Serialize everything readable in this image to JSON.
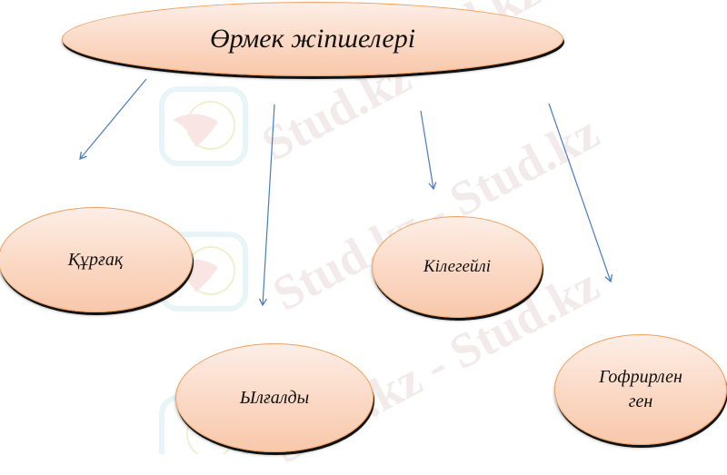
{
  "diagram": {
    "root": {
      "label": "Өрмек жіпшелері"
    },
    "children": [
      {
        "label": "Құрғақ"
      },
      {
        "label": "Ылғалды"
      },
      {
        "label": "Кілегейлі"
      },
      {
        "label": "Гофрирлен ген"
      }
    ],
    "children_lines": {
      "corrugated_line1": "Гофрирлен",
      "corrugated_line2": "ген"
    }
  },
  "watermark": {
    "text": "Stud.kz - Stud.kz",
    "short": "Stud.kz"
  },
  "colors": {
    "arrow": "#4a7cc0",
    "node_fill_top": "#fdeee6",
    "node_fill_bottom": "#f8c8ab",
    "node_border": "#f0a060",
    "watermark": "#c8a0a5"
  }
}
